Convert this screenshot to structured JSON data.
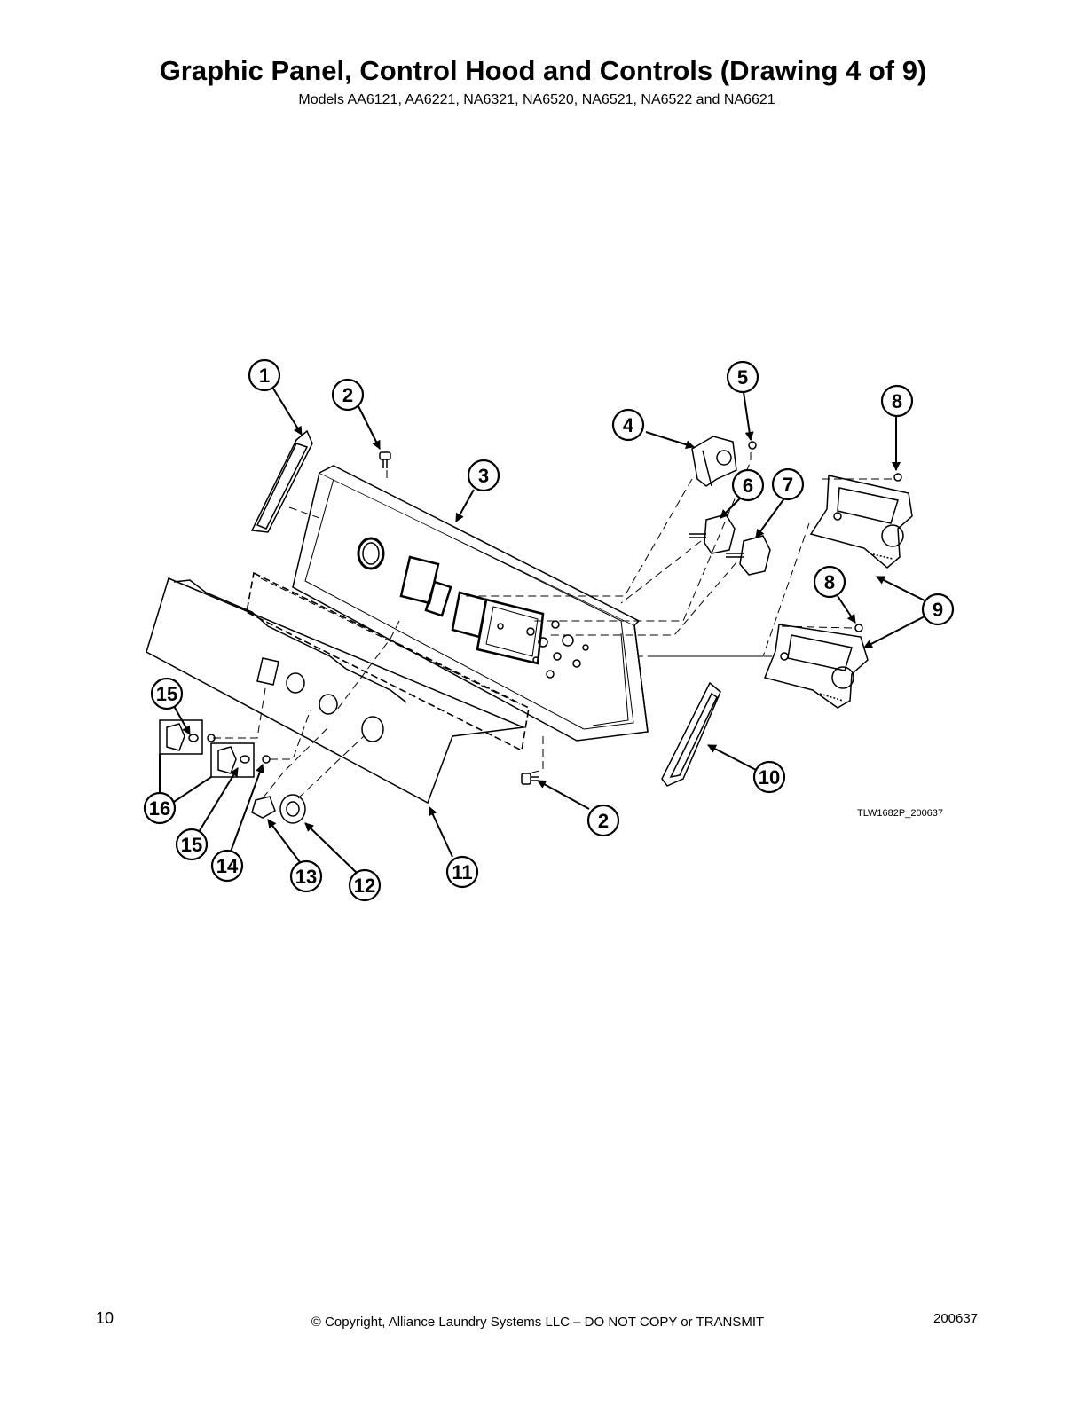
{
  "header": {
    "title": "Graphic Panel, Control Hood and Controls (Drawing 4 of 9)",
    "subtitle": "Models AA6121, AA6221, NA6321, NA6520, NA6521, NA6522 and NA6621"
  },
  "diagram": {
    "drawing_code": "TLW1682P_200637",
    "callouts": [
      "1",
      "2",
      "3",
      "4",
      "5",
      "6",
      "7",
      "8",
      "8",
      "9",
      "10",
      "2",
      "11",
      "12",
      "13",
      "14",
      "15",
      "16",
      "15"
    ]
  },
  "footer": {
    "page_number": "10",
    "copyright": "© Copyright, Alliance Laundry Systems LLC – DO NOT COPY or TRANSMIT",
    "doc_number": "200637"
  }
}
